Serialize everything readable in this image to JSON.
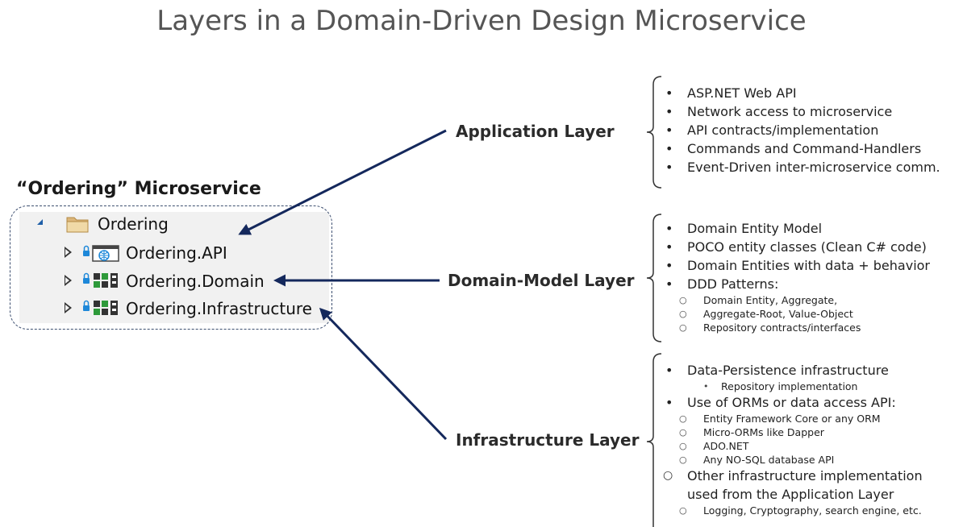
{
  "title": "Layers in a Domain-Driven Design Microservice",
  "microservice": {
    "title": "“Ordering” Microservice",
    "root": "Ordering",
    "projects": [
      "Ordering.API",
      "Ordering.Domain",
      "Ordering.Infrastructure"
    ]
  },
  "layers": {
    "application": {
      "label": "Application Layer",
      "items": [
        "ASP.NET Web API",
        "Network access to microservice",
        "API contracts/implementation",
        "Commands and Command-Handlers",
        "Event-Driven inter-microservice comm."
      ]
    },
    "domain": {
      "label": "Domain-Model Layer",
      "items": [
        "Domain Entity Model",
        "POCO entity classes (Clean C# code)",
        "Domain Entities with data + behavior",
        "DDD Patterns:"
      ],
      "sub_items": [
        "Domain Entity, Aggregate,",
        "Aggregate-Root, Value-Object",
        "Repository contracts/interfaces"
      ]
    },
    "infrastructure": {
      "label": "Infrastructure Layer",
      "item1": "Data-Persistence infrastructure",
      "item1_sub": "Repository implementation",
      "item2": "Use of ORMs or data access API:",
      "item2_sub": [
        "Entity Framework Core or any ORM",
        "Micro-ORMs like Dapper",
        "ADO.NET",
        "Any NO-SQL database API"
      ],
      "item3_line1": "Other infrastructure implementation",
      "item3_line2": "used from the Application Layer",
      "item3_sub": "Logging, Cryptography, search engine, etc."
    }
  },
  "colors": {
    "arrow": "#14285c",
    "border": "#3d4f70",
    "tree_bg": "#f1f1f1"
  }
}
